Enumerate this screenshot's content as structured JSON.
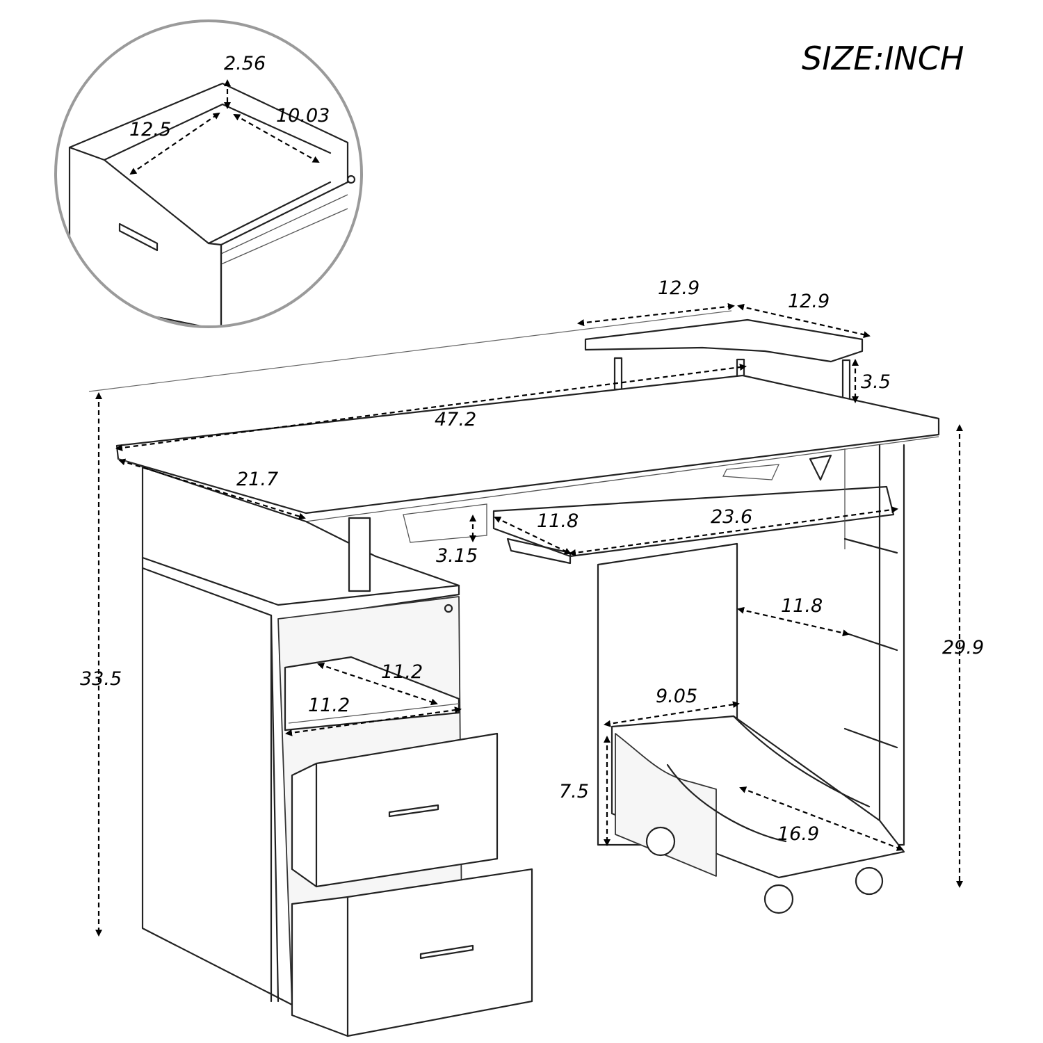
{
  "title": "SIZE:INCH",
  "drawer_detail": {
    "height": "2.56",
    "width": "12.5",
    "depth": "10.03"
  },
  "shelf": {
    "width": "12.9",
    "depth": "12.9",
    "height": "3.5"
  },
  "desk": {
    "length": "47.2",
    "depth": "21.7",
    "total_height": "33.5",
    "desk_height": "29.9"
  },
  "keyboard_tray": {
    "depth": "11.8",
    "width": "23.6",
    "drop": "3.15"
  },
  "cabinet_shelf": {
    "depth": "11.2",
    "width": "11.2"
  },
  "cpu_stand": {
    "opening": "11.8",
    "width": "9.05",
    "height": "7.5",
    "length": "16.9"
  }
}
